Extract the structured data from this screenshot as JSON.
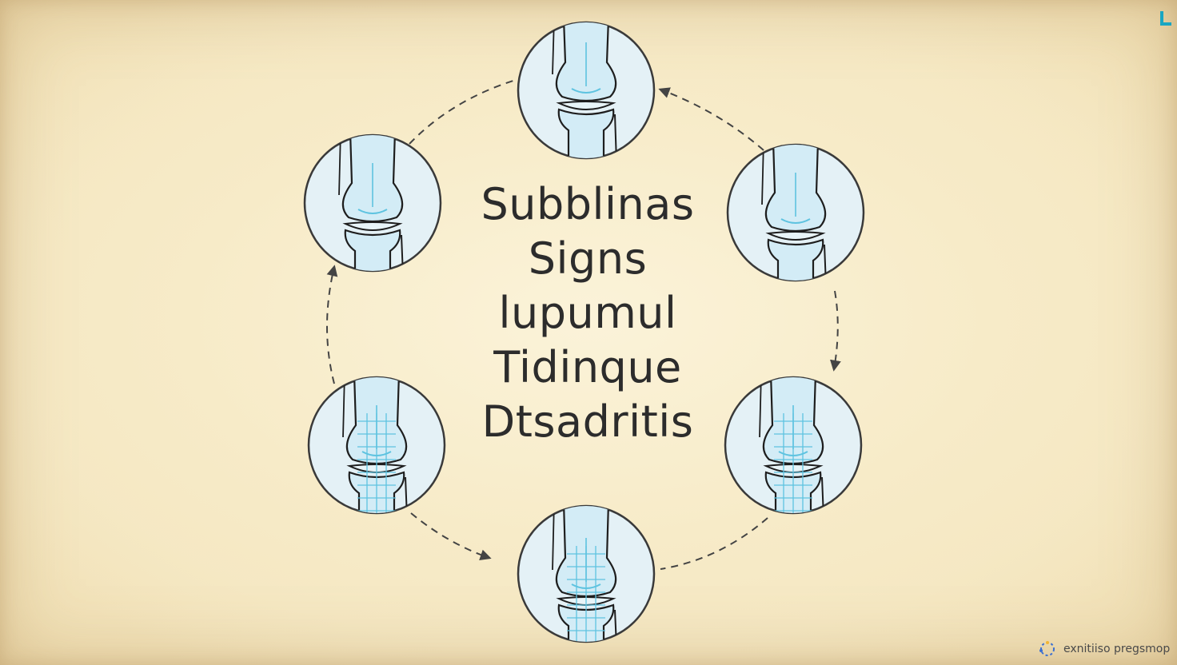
{
  "diagram": {
    "title_lines": [
      "Subblinas",
      "Signs",
      "lupumul",
      "Tidinque",
      "Dtsadritis"
    ],
    "stages": [
      {
        "id": "joint-top",
        "label": ""
      },
      {
        "id": "joint-upper-right",
        "label": ""
      },
      {
        "id": "joint-lower-right",
        "label": ""
      },
      {
        "id": "joint-bottom",
        "label": ""
      },
      {
        "id": "joint-lower-left",
        "label": ""
      },
      {
        "id": "joint-upper-left",
        "label": ""
      }
    ],
    "colors": {
      "background": "#f6eac6",
      "circle_fill": "#e4f1f6",
      "circle_stroke": "#3a3a3a",
      "bone_outline": "#1e1e1e",
      "cartilage_blue": "#5ec3e0",
      "arrow": "#444444",
      "text": "#2c2c2c",
      "corner_accent": "#1aa6c2"
    },
    "icons": [
      "knee-joint-icon",
      "arrow-icon",
      "corner-logo-icon",
      "watermark-icon"
    ]
  },
  "watermark": {
    "text": "exnitiiso pregsmop"
  }
}
